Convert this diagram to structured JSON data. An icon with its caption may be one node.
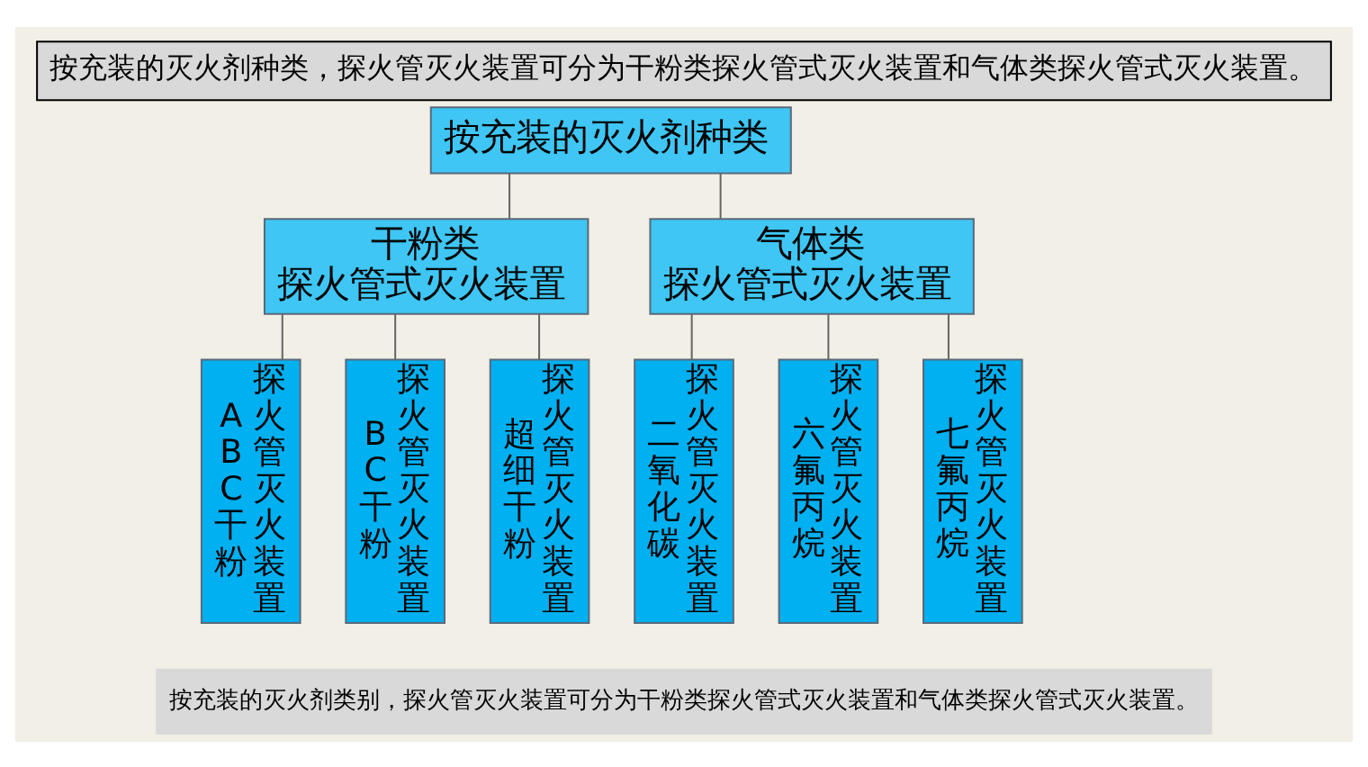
{
  "diagram": {
    "title": "按充装的灭火剂种类，探火管灭火装置可分为干粉类探火管式灭火装置和气体类探火管式灭火装置。",
    "caption": "按充装的灭火剂类别，探火管灭火装置可分为干粉类探火管式灭火装置和气体类探火管式灭火装置。",
    "nodes": [
      {
        "text": [
          "按充装的灭火剂种类"
        ]
      },
      {
        "text": [
          "干粉类",
          "探火管式灭火装置"
        ]
      },
      {
        "text": [
          "气体类",
          "探火管式灭火装置"
        ]
      },
      {
        "text": [
          "ABC干粉",
          "探火管灭火装置"
        ]
      },
      {
        "text": [
          "BC干粉",
          "探火管灭火装置"
        ]
      },
      {
        "text": [
          "超细干粉",
          "探火管灭火装置"
        ]
      },
      {
        "text": [
          "二氧化碳",
          "探火管灭火装置"
        ]
      },
      {
        "text": [
          "六氟丙烷",
          "探火管灭火装置"
        ]
      },
      {
        "text": [
          "七氟丙烷",
          "探火管灭火装置"
        ]
      }
    ],
    "edges": [
      {
        "from": 0,
        "to": 1,
        "arrow": "none"
      },
      {
        "from": 0,
        "to": 2,
        "arrow": "none"
      },
      {
        "from": 1,
        "to": 3,
        "arrow": "none"
      },
      {
        "from": 1,
        "to": 4,
        "arrow": "none"
      },
      {
        "from": 1,
        "to": 5,
        "arrow": "none"
      },
      {
        "from": 2,
        "to": 6,
        "arrow": "none"
      },
      {
        "from": 2,
        "to": 7,
        "arrow": "none"
      },
      {
        "from": 2,
        "to": 8,
        "arrow": "none"
      }
    ]
  }
}
